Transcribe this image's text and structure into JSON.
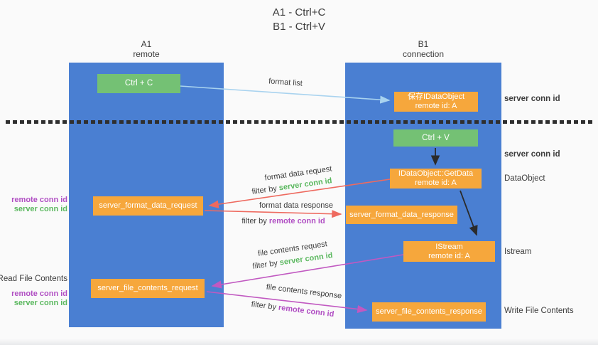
{
  "title": {
    "line1": "A1 - Ctrl+C",
    "line2": "B1 - Ctrl+V"
  },
  "lanes": {
    "a1": {
      "name": "A1",
      "role": "remote"
    },
    "b1": {
      "name": "B1",
      "role": "connection"
    }
  },
  "nodes": {
    "ctrl_c": {
      "label": "Ctrl + C"
    },
    "save_dataobject": {
      "line1": "保存IDataObject",
      "line2": "remote id: A"
    },
    "ctrl_v": {
      "label": "Ctrl + V"
    },
    "getdata": {
      "line1": "IDataObject::GetData",
      "line2": "remote id: A"
    },
    "format_request": {
      "label": "server_format_data_request"
    },
    "format_response": {
      "label": "server_format_data_response"
    },
    "istream": {
      "line1": "IStream",
      "line2": "remote id: A"
    },
    "file_request": {
      "label": "server_file_contents_request"
    },
    "file_response": {
      "label": "server_file_contents_response"
    }
  },
  "flow_labels": {
    "format_list": "format list",
    "format_data_request": "format data request",
    "format_data_response": "format data response",
    "file_contents_request": "file contents request",
    "file_contents_response": "file contents response",
    "filter_by": "filter by",
    "server_conn_id": "server conn id",
    "remote_conn_id": "remote conn id"
  },
  "side_labels": {
    "read_file_contents": "Read File Contents",
    "write_file_contents": "Write File Contents",
    "dataobject": "DataObject",
    "istream": "Istream",
    "server_conn_id": "server conn id",
    "remote_conn_id": "remote conn id"
  },
  "colors": {
    "lane_blue": "#4a7fd2",
    "node_green": "#74c174",
    "node_orange": "#f6a73c",
    "arrow_light_blue": "#a9d3ef",
    "arrow_red": "#ee6a5f",
    "arrow_magenta": "#c159c1",
    "arrow_black": "#2b2b2b",
    "text_green": "#5bb85f",
    "text_purple": "#b04ec3",
    "text_dark": "#3d3d3d",
    "background": "#fafafa"
  }
}
